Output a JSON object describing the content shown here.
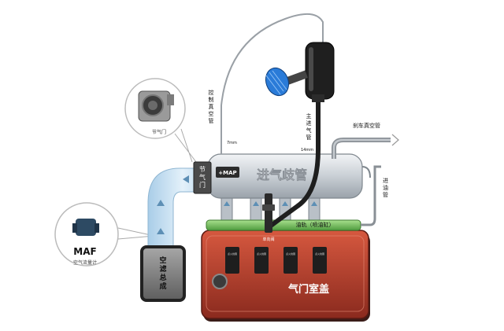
{
  "labels": {
    "throttle_caption": "节气门",
    "maf_title": "MAF",
    "maf_caption": "空气流量计",
    "throttle_box": [
      "节",
      "气",
      "门"
    ],
    "map_label": "+MAP",
    "manifold_title": "进气歧管",
    "control_vacuum": [
      "控",
      "制",
      "真",
      "空",
      "管"
    ],
    "mm7": "7mm",
    "mm14": "14mm",
    "main_intake": [
      "主",
      "进",
      "气",
      "管"
    ],
    "brake_vacuum": "刹车真空管",
    "fuel_inlet": [
      "进",
      "油",
      "管"
    ],
    "fuel_rail": "油轨（喷油缸）",
    "check_valve": "单向阀",
    "air_filter": [
      "空",
      "滤",
      "总",
      "成"
    ],
    "valve_cover": "气门室盖",
    "coil_label": "点火线圈"
  },
  "colors": {
    "intake_pipe": "#cfe4f4",
    "air_filter_box": "#8c8c8c",
    "valve_cover": "#c0402f",
    "manifold": "#d6dbe0",
    "fuel_rail": "#7dc46a",
    "hose": "#1f1f1f",
    "brake_hose": "#9aa0a6",
    "filter_blue": "#2a7bd8"
  }
}
